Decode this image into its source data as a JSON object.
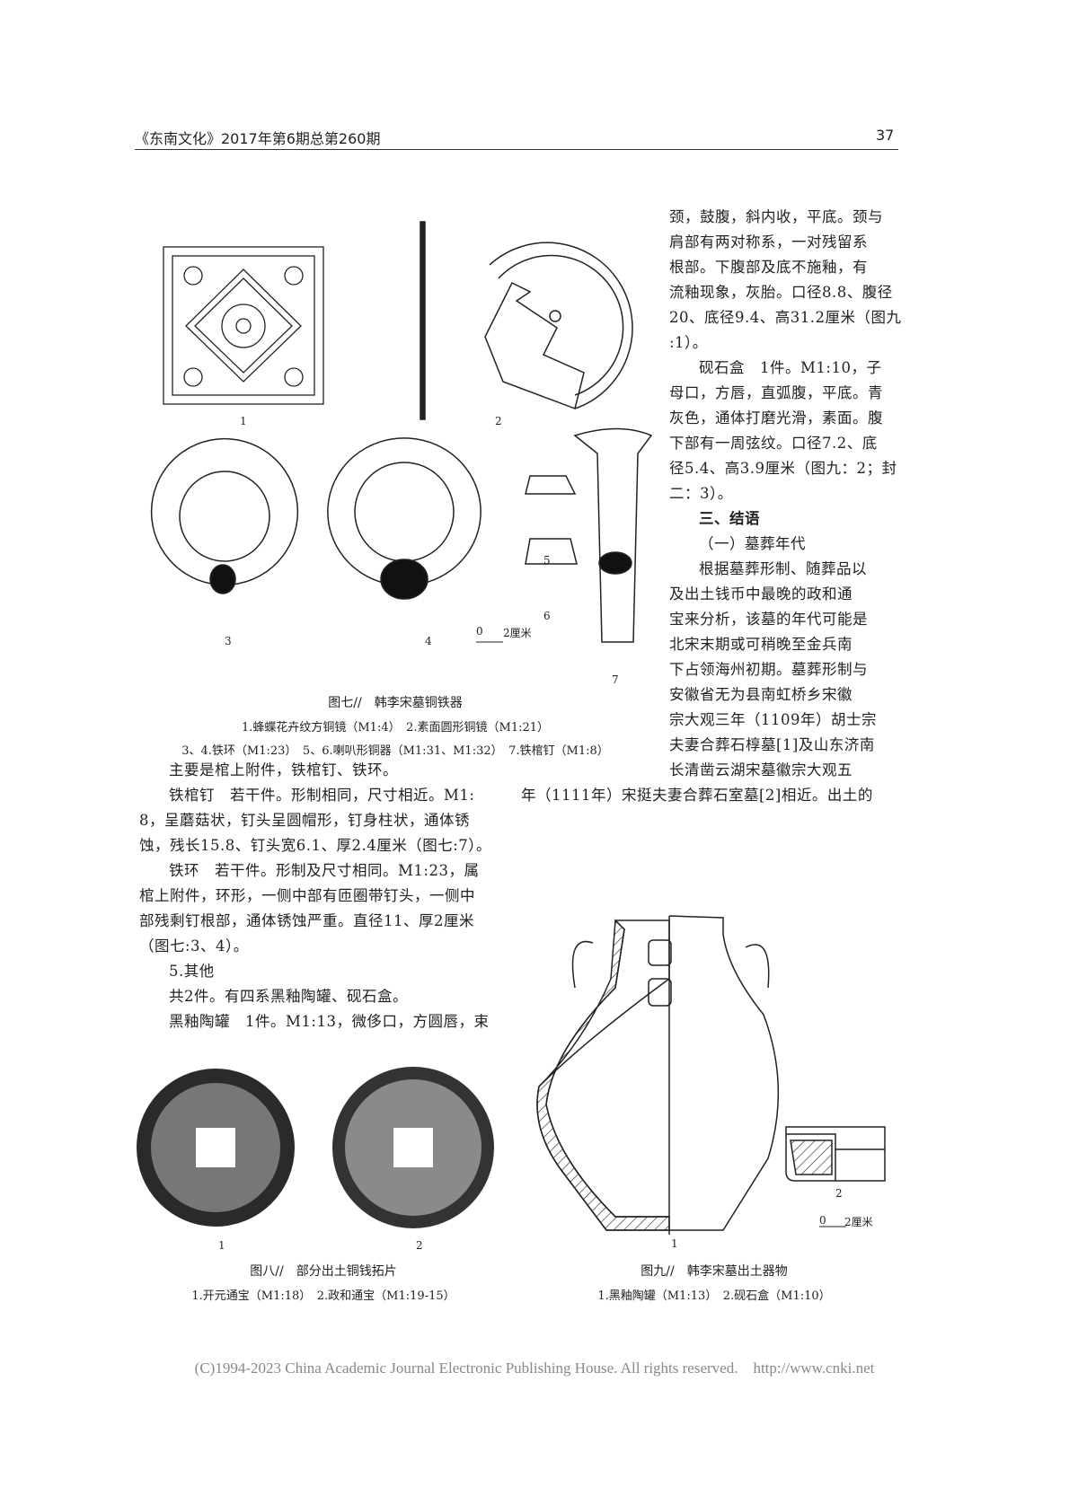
{
  "header": {
    "journal": "《东南文化》2017年第6期总第260期",
    "page_number": "37"
  },
  "right_column": [
    "颈，鼓腹，斜内收，平底。颈与",
    "肩部有两对称系，一对残留系",
    "根部。下腹部及底不施釉，有",
    "流釉现象，灰胎。口径8.8、腹径",
    "20、底径9.4、高31.2厘米（图九",
    ":1）。",
    "砚石盒　1件。M1:10，子",
    "母口，方唇，直弧腹，平底。青",
    "灰色，通体打磨光滑，素面。腹",
    "下部有一周弦纹。口径7.2、底",
    "径5.4、高3.9厘米（图九：2；封",
    "二：3）。",
    "三、结语",
    "（一）墓葬年代",
    "根据墓葬形制、随葬品以",
    "及出土钱币中最晚的政和通",
    "宝来分析，该墓的年代可能是",
    "北宋末期或可稍晚至金兵南",
    "下占领海州初期。墓葬形制与",
    "安徽省无为县南虹桥乡宋徽",
    "宗大观三年（1109年）胡士宗",
    "夫妻合葬石椁墓[1]及山东济南",
    "长清凿云湖宋墓徽宗大观五"
  ],
  "wide_line": "年（1111年）宋挺夫妻合葬石室墓[2]相近。出土的",
  "left_column": [
    "主要是棺上附件，铁棺钉、铁环。",
    "铁棺钉　若干件。形制相同，尺寸相近。M1:",
    "8，呈蘑菇状，钉头呈圆帽形，钉身柱状，通体锈",
    "蚀，残长15.8、钉头宽6.1、厚2.4厘米（图七:7）。",
    "铁环　若干件。形制及尺寸相同。M1:23，属",
    "棺上附件，环形，一侧中部有匝圈带钉头，一侧中",
    "部残剩钉根部，通体锈蚀严重。直径11、厚2厘米",
    "（图七:3、4）。",
    "5.其他",
    "共2件。有四系黑釉陶罐、砚石盒。",
    "黑釉陶罐　1件。M1:13，微侈口，方圆唇，束"
  ],
  "fig7": {
    "labels": [
      "1",
      "2",
      "3",
      "4",
      "5",
      "6",
      "7"
    ],
    "scale": {
      "zero": "0",
      "unit": "2厘米"
    },
    "title": "图七//　韩李宋墓铜铁器",
    "line1": "1.蜂蝶花卉纹方铜镜（M1:4）　2.素面圆形铜镜（M1:21）",
    "line2": "3、4.铁环（M1:23）　5、6.喇叭形铜器（M1:31、M1:32）　7.铁棺钉（M1:8）"
  },
  "fig8": {
    "labels": [
      "1",
      "2"
    ],
    "title": "图八//　部分出土铜钱拓片",
    "line1": "1.开元通宝（M1:18）　2.政和通宝（M1:19-15）"
  },
  "fig9": {
    "labels": [
      "1",
      "2"
    ],
    "scale": {
      "zero": "0",
      "unit": "2厘米"
    },
    "title": "图九//　韩李宋墓出土器物",
    "line1": "1.黑釉陶罐（M1:13）　2.砚石盒（M1:10）"
  },
  "footer": "(C)1994-2023 China Academic Journal Electronic Publishing House. All rights reserved.    http://www.cnki.net"
}
